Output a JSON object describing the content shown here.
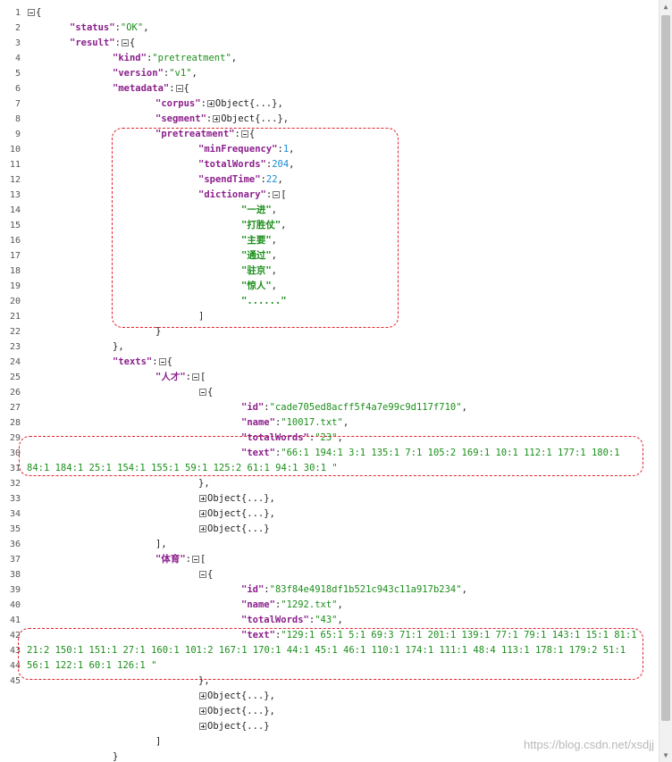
{
  "json": {
    "status_key": "\"status\"",
    "status_val": "\"OK\"",
    "result_key": "\"result\"",
    "kind_key": "\"kind\"",
    "kind_val": "\"pretreatment\"",
    "version_key": "\"version\"",
    "version_val": "\"v1\"",
    "metadata_key": "\"metadata\"",
    "corpus_key": "\"corpus\"",
    "segment_key": "\"segment\"",
    "collapsed_object": "Object{...}",
    "pretreatment_key": "\"pretreatment\"",
    "minfrequency_key": "\"minFrequency\"",
    "minfrequency_val": "1",
    "totalwords_key": "\"totalWords\"",
    "totalwords_val": "204",
    "spendtime_key": "\"spendTime\"",
    "spendtime_val": "22",
    "dictionary_key": "\"dictionary\"",
    "dictionary": [
      "\"一进\"",
      "\"打胜仗\"",
      "\"主要\"",
      "\"通过\"",
      "\"驻京\"",
      "\"惊人\"",
      "\"......\""
    ],
    "texts_key": "\"texts\"",
    "cat1_key": "\"人才\"",
    "cat1_id_key": "\"id\"",
    "cat1_id_val": "\"cade705ed8acff5f4a7e99c9d117f710\"",
    "cat1_name_key": "\"name\"",
    "cat1_name_val": "\"10017.txt\"",
    "cat1_tw_key": "\"totalWords\"",
    "cat1_tw_val": "\"23\"",
    "cat1_text_key": "\"text\"",
    "cat1_text_line1": "\"66:1 194:1 3:1 135:1 7:1 105:2 169:1 10:1 112:1 177:1 180:1",
    "cat1_text_line2": "84:1 184:1 25:1 154:1 155:1 59:1 125:2 61:1 94:1 30:1 \"",
    "cat2_key": "\"体育\"",
    "cat2_id_key": "\"id\"",
    "cat2_id_val": "\"83f84e4918df1b521c943c11a917b234\"",
    "cat2_name_key": "\"name\"",
    "cat2_name_val": "\"1292.txt\"",
    "cat2_tw_key": "\"totalWords\"",
    "cat2_tw_val": "\"43\"",
    "cat2_text_key": "\"text\"",
    "cat2_text_line1": "\"129:1 65:1 5:1 69:3 71:1 201:1 139:1 77:1 79:1 143:1 15:1 81:1",
    "cat2_text_line2": "21:2 150:1 151:1 27:1 160:1 101:2 167:1 170:1 44:1 45:1 46:1 110:1 174:1 111:1 48:4 113:1 178:1 179:2 51:1",
    "cat2_text_line3": "56:1 122:1 60:1 126:1 \""
  },
  "line_numbers": [
    "1",
    "2",
    "3",
    "4",
    "5",
    "6",
    "7",
    "8",
    "9",
    "10",
    "11",
    "12",
    "13",
    "14",
    "15",
    "16",
    "17",
    "18",
    "19",
    "20",
    "21",
    "22",
    "23",
    "24",
    "25",
    "26",
    "27",
    "28",
    "29",
    "30",
    "31",
    "32",
    "33",
    "34",
    "35",
    "36",
    "37",
    "38",
    "39",
    "40",
    "41",
    "42",
    "43",
    "44",
    "45"
  ],
  "watermark": "https://blog.csdn.net/xsdjj",
  "colors": {
    "key": "#8b1f8b",
    "string": "#1b8f1b",
    "number": "#1a8cd8",
    "highlight_border": "#e0242f"
  }
}
